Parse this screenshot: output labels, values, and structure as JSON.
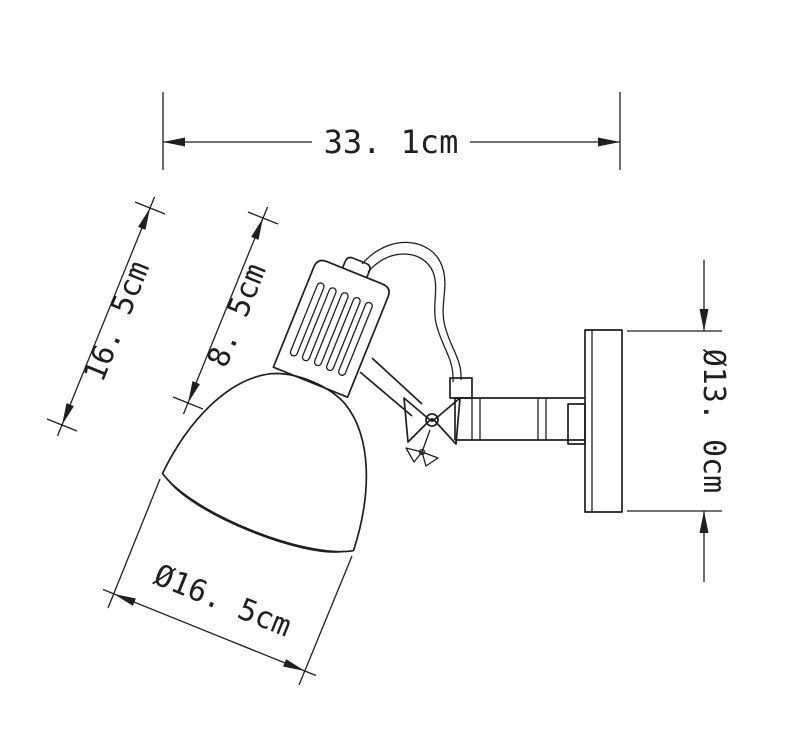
{
  "drawing": {
    "type": "technical-dimension-drawing",
    "subject": "wall-mounted adjustable spotlight wall lamp",
    "background_color": "#ffffff",
    "line_color": "#1f1f1f",
    "labels": {
      "overall_width": "33. 1cm",
      "head_length": "16. 5cm",
      "body_width": "8. 5cm",
      "shade_diameter": "Ø16. 5cm",
      "backplate_diameter": "Ø13. 0cm"
    }
  }
}
